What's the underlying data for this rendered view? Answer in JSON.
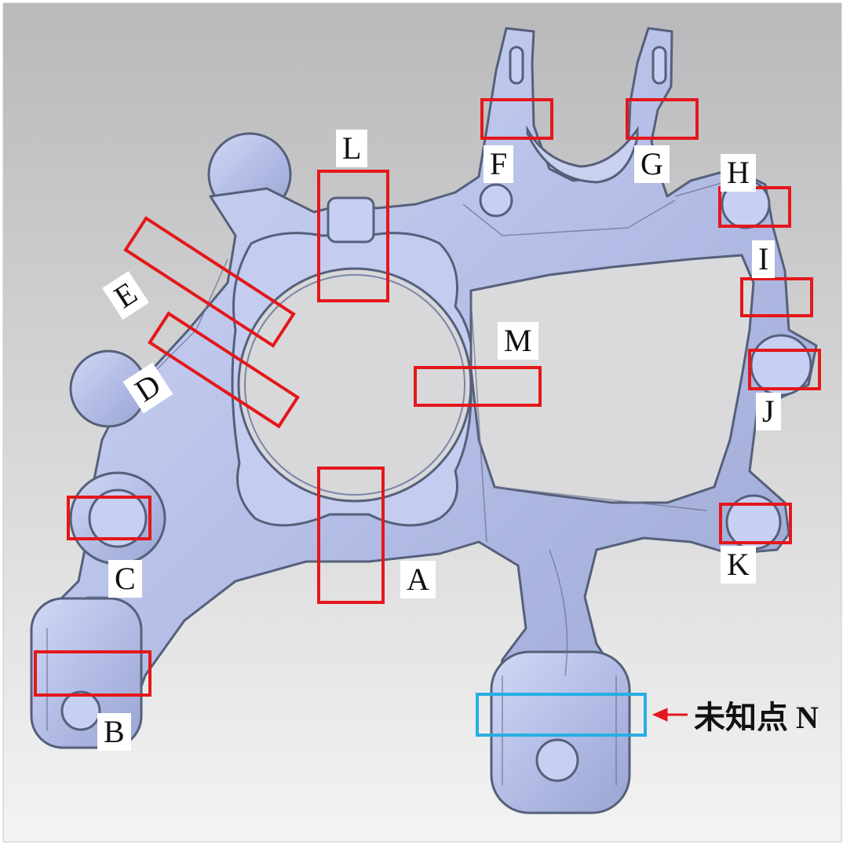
{
  "labels": {
    "A": "A",
    "B": "B",
    "C": "C",
    "D": "D",
    "E": "E",
    "F": "F",
    "G": "G",
    "H": "H",
    "I": "I",
    "J": "J",
    "K": "K",
    "L": "L",
    "M": "M"
  },
  "unknown_point": "未知点 N",
  "colors": {
    "background_top": "#b9b9bb",
    "background_bottom": "#f2f2f2",
    "part": "#b8c2e8",
    "part_edge": "#55607a",
    "box_known": "#e4171b",
    "box_unknown": "#27aee3",
    "arrow": "#e4171b"
  }
}
